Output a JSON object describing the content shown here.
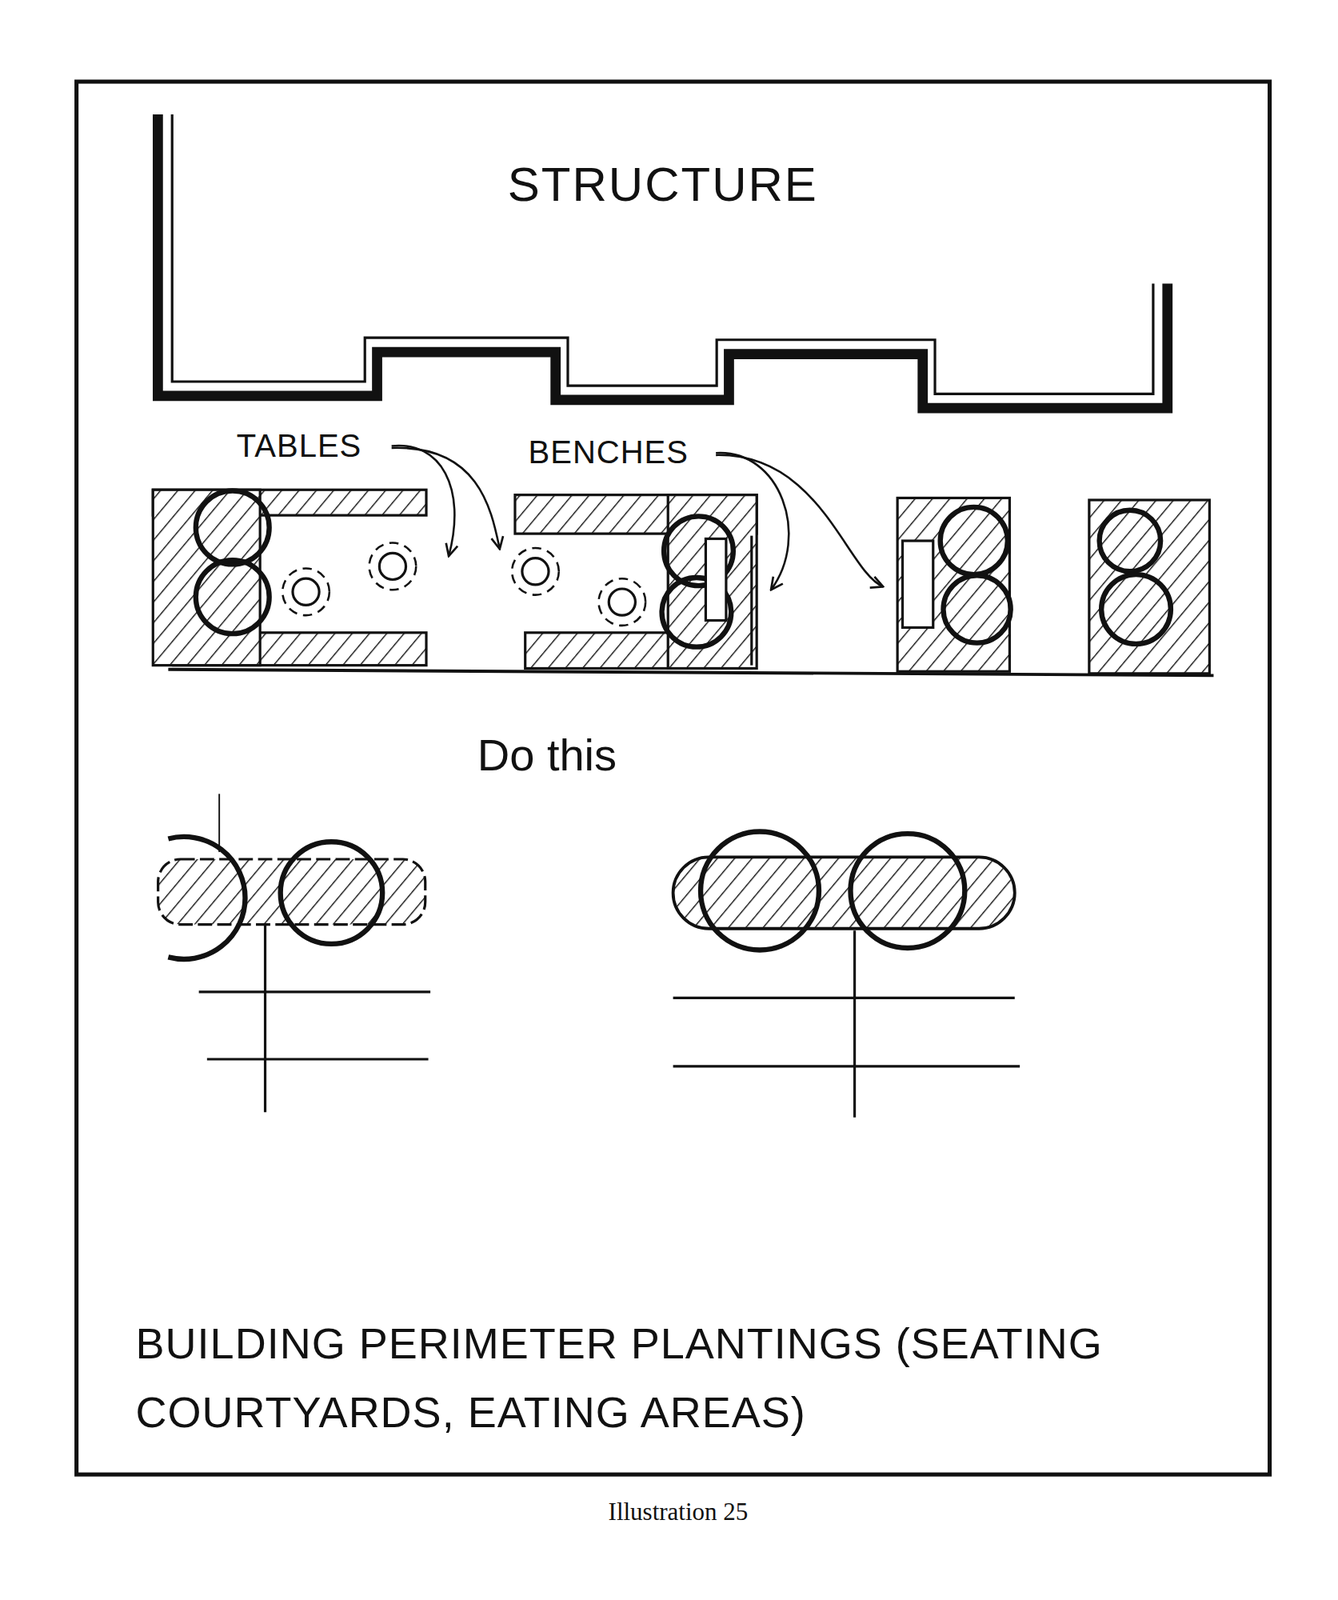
{
  "diagram": {
    "title": "BUILDING PERIMETER PLANTINGS (SEATING COURTYARDS, EATING AREAS)",
    "caption": "Illustration 25",
    "nodes": [
      {
        "text": [
          "STRUCTURE"
        ]
      }
    ],
    "labels": [
      "TABLES",
      "BENCHES",
      "Do this"
    ]
  }
}
